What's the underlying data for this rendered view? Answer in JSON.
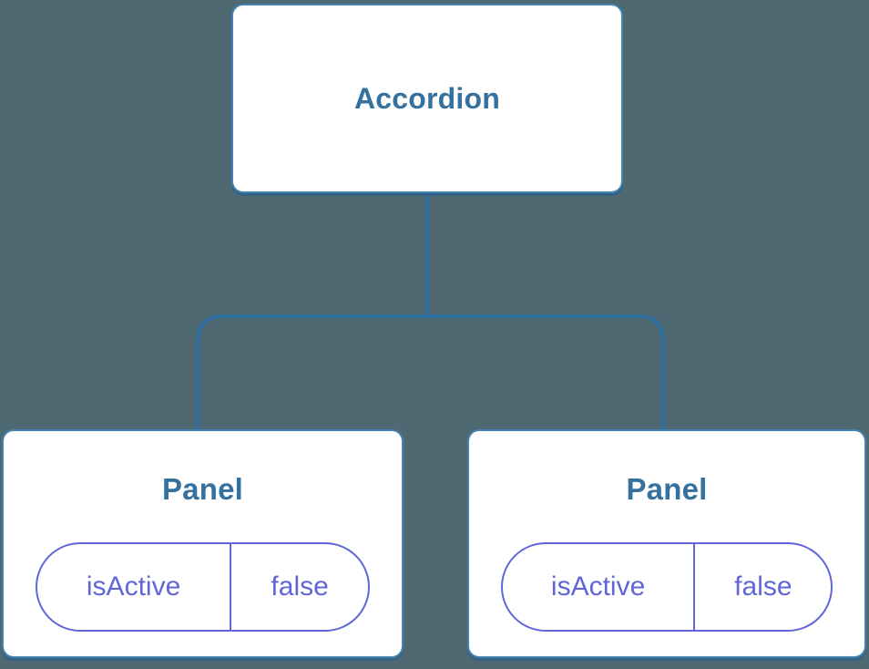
{
  "diagram": {
    "root": {
      "label": "Accordion"
    },
    "panels": [
      {
        "title": "Panel",
        "state": {
          "key": "isActive",
          "value": "false"
        }
      },
      {
        "title": "Panel",
        "state": {
          "key": "isActive",
          "value": "false"
        }
      }
    ],
    "colors": {
      "background": "#4e6972",
      "node_background": "#ffffff",
      "node_border": "#4483b1",
      "node_title": "#35719e",
      "connector": "#2e6f9f",
      "state_accent": "#6066d8"
    }
  }
}
